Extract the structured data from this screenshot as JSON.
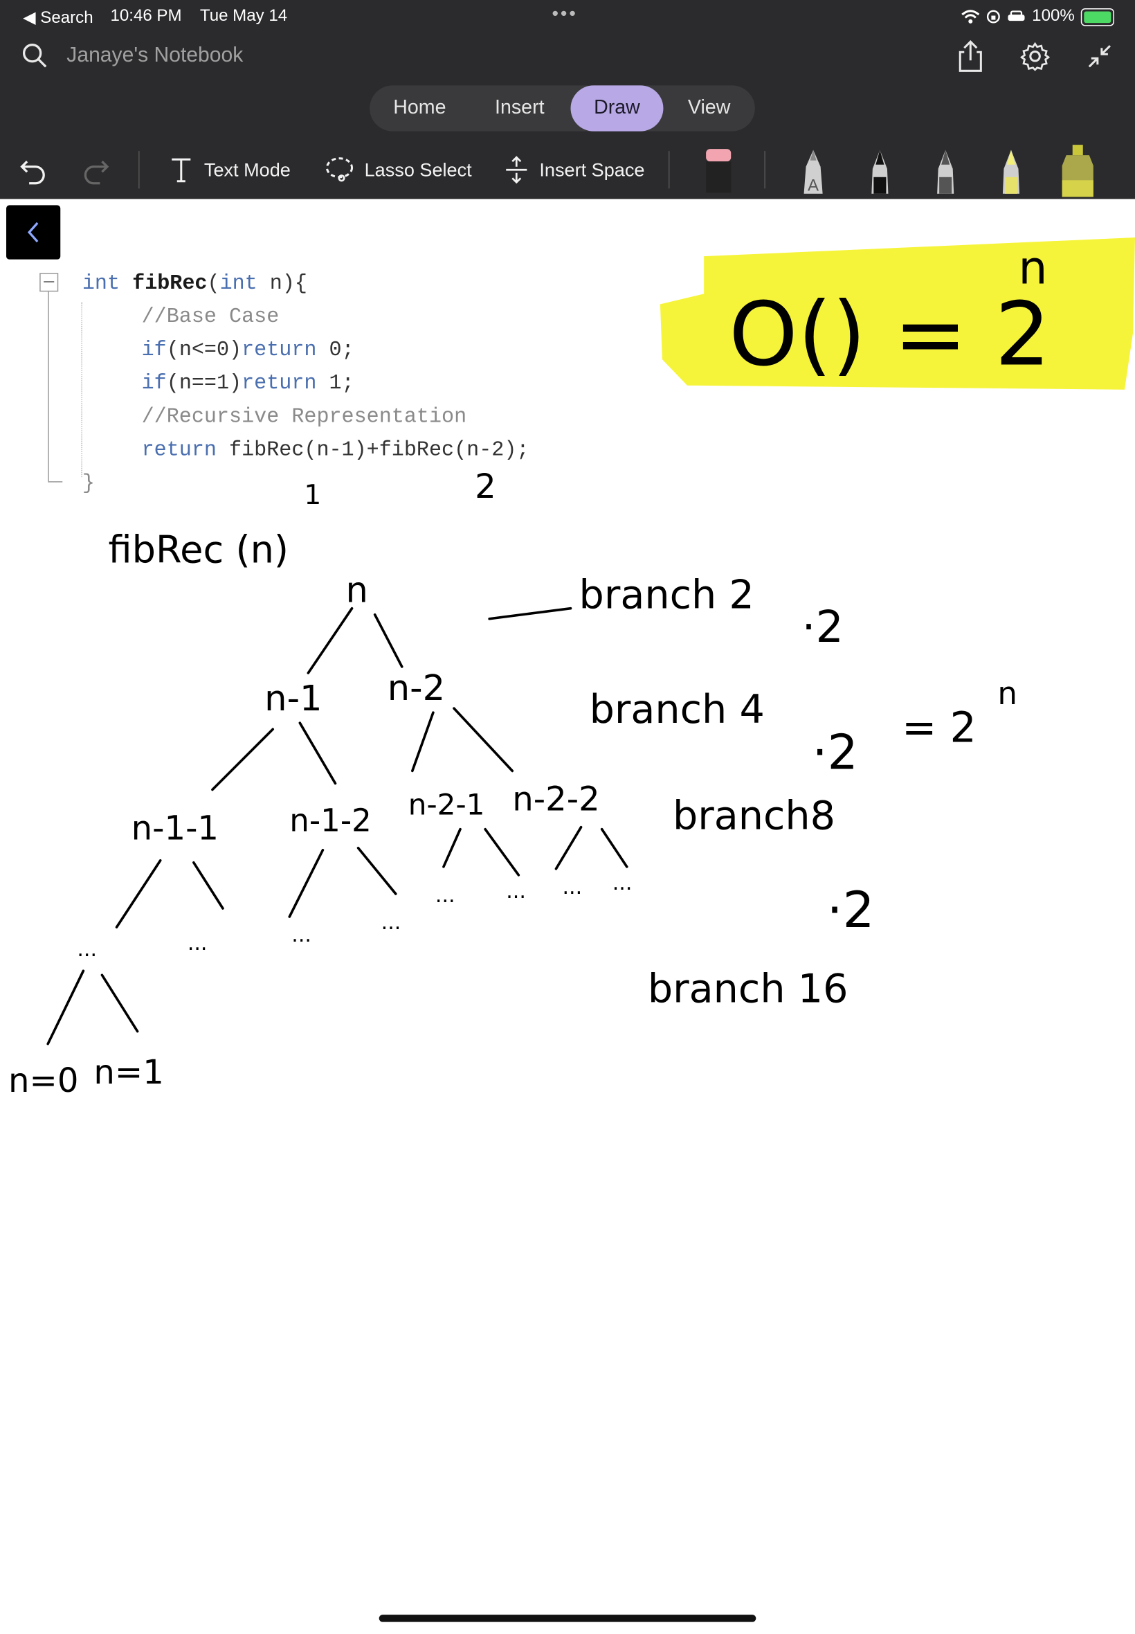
{
  "status_bar": {
    "back_label": "◀ Search",
    "time": "10:46 PM",
    "date": "Tue May 14",
    "battery": "100%"
  },
  "header": {
    "notebook_title": "Janaye's Notebook"
  },
  "tabs": [
    {
      "label": "Home"
    },
    {
      "label": "Insert"
    },
    {
      "label": "Draw"
    },
    {
      "label": "View"
    }
  ],
  "active_tab": "Draw",
  "toolbar": {
    "text_mode": "Text Mode",
    "lasso_select": "Lasso Select",
    "insert_space": "Insert Space",
    "pen_label": "A"
  },
  "code": {
    "line1_kw1": "int",
    "line1_fn": "fibRec",
    "line1_kw2": "int",
    "line1_rest": " n){",
    "line2": "//Base Case",
    "line3_kw": "if",
    "line3_rest": "(n<=0)",
    "line3_ret": "return",
    "line3_val": " 0;",
    "line4_kw": "if",
    "line4_rest": "(n==1)",
    "line4_ret": "return",
    "line4_val": " 1;",
    "line5": "//Recursive Representation",
    "line6_ret": "return",
    "line6_rest": " fibRec(n-1)+fibRec(n-2);",
    "line7": "}"
  },
  "handwriting": {
    "big_o_base": "O() = 2",
    "big_o_exp": "n",
    "under1": "1",
    "under2": "2",
    "func_label": "fibRec (n)",
    "root": "n",
    "l1_left": "n-1",
    "l1_right": "n-2",
    "l2_a": "n-1-1",
    "l2_b": "n-1-2",
    "l2_c": "n-2-1",
    "l2_d": "n-2-2",
    "branch2": "branch 2",
    "branch4": "branch 4",
    "branch8": "branch8",
    "branch16": "branch 16",
    "times2_a": "·2",
    "times2_b": "·2",
    "times2_c": "·2",
    "equals": "= 2",
    "equals_exp": "n",
    "leaf_left": "n=0",
    "leaf_right": "n=1",
    "ellipsis": "..."
  }
}
